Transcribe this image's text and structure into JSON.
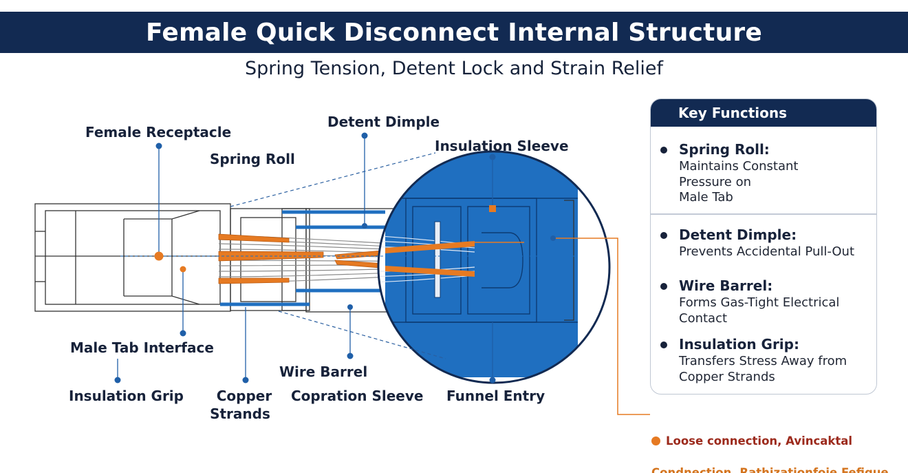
{
  "title": "Female Quick Disconnect Internal Structure",
  "subtitle": "Spring Tension, Detent Lock and Strain Relief",
  "labels": {
    "female_receptacle": "Female Receptacle",
    "spring_roll": "Spring Roll",
    "detent_dimple": "Detent Dimple",
    "insulation_sleeve": "Insulation Sleeve",
    "male_tab_interface": "Male Tab Interface",
    "insulation_grip": "Insulation Grip",
    "copper_strands_1": "Copper",
    "copper_strands_2": "Strands",
    "wire_barrel": "Wire Barrel",
    "copration_sleeve": "Copration Sleeve",
    "funnel_entry": "Funnel Entry"
  },
  "key_functions": {
    "heading": "Key Functions",
    "items": [
      {
        "title": "Spring Roll:",
        "desc": "Maintains Constant\nPressure on\nMale Tab"
      },
      {
        "title": "Detent Dimple:",
        "desc": "Prevents Accidental Pull-Out"
      },
      {
        "title": "Wire Barrel:",
        "desc": "Forms Gas-Tight Electrical\nContact"
      },
      {
        "title": "Insulation Grip:",
        "desc": "Transfers Stress Away from\nCopper Strands"
      }
    ]
  },
  "warning": {
    "line1": "Loose connection, Avincaktal",
    "line2": "Condnection, Rathizationfoie Fefigue"
  },
  "colors": {
    "navy": "#122a52",
    "blue": "#1f6fc0",
    "orange": "#e67a22",
    "callout_dot": "#1f5fa8"
  }
}
